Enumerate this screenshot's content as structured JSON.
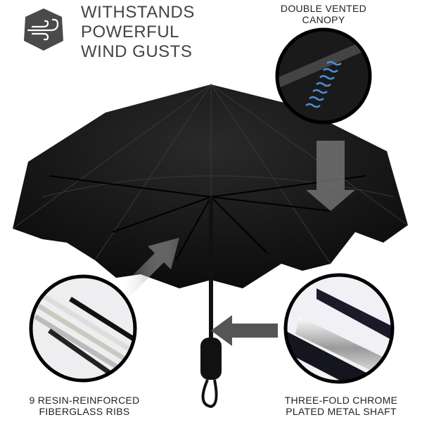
{
  "headline": {
    "icon": "wind-icon",
    "lines": [
      "WITHSTANDS",
      "POWERFUL",
      "WIND GUSTS"
    ]
  },
  "callouts": [
    {
      "id": "canopy",
      "lines": [
        "DOUBLE VENTED",
        "CANOPY"
      ]
    },
    {
      "id": "ribs",
      "lines": [
        "9 RESIN-REINFORCED",
        "FIBERGLASS RIBS"
      ]
    },
    {
      "id": "shaft",
      "lines": [
        "THREE-FOLD CHROME",
        "PLATED METAL SHAFT"
      ]
    }
  ],
  "colors": {
    "canopy": "#141414",
    "vent_accent": "#4a90d9",
    "badge": "#4a4a4a"
  }
}
